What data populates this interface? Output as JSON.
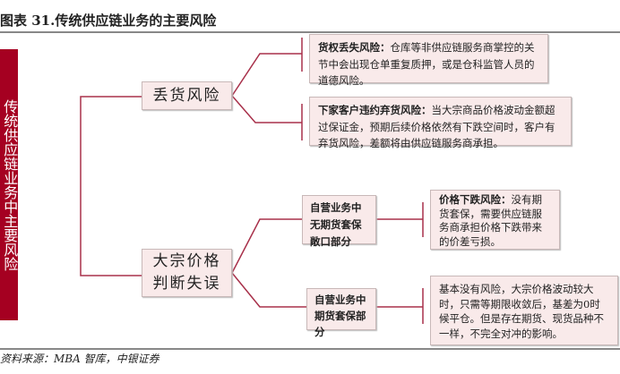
{
  "title": "图表 31.传统供应链业务的主要风险",
  "root_label": "传统供应链业务中主要风险",
  "branches": [
    {
      "label": "丢货风险",
      "risks": [
        {
          "heading": "货权丢失风险：",
          "text": "仓库等非供应链服务商掌控的关节中会出现仓单重复质押，或是仓科监管人员的道德风险。"
        },
        {
          "heading": "下家客户违约弃货风险：",
          "text": "当大宗商品价格波动金额超过保证金，预期后续价格依然有下跌空间时，客户有弃货风险，差额将由供应链服务商承担。"
        }
      ]
    },
    {
      "label_line1": "大宗价格",
      "label_line2": "判断失误",
      "subs": [
        {
          "label": "自营业务中无期货套保敞口部分",
          "heading": "价格下跌风险：",
          "text": "没有期货套保，需要供应链服务商承担价格下跌带来的价差亏损。"
        },
        {
          "label": "自营业务中期货套保部分",
          "heading": "",
          "text": "基本没有风险，大宗价格波动较大时，只需等期限收敛后，基差为0时候平仓。但是存在期货、现货品种不一样，不完全对冲的影响。"
        }
      ]
    }
  ],
  "source": "资料来源：MBA 智库，中银证券",
  "colors": {
    "accent": "#a50021",
    "line": "#a8304a",
    "box": "#f9eaea"
  }
}
